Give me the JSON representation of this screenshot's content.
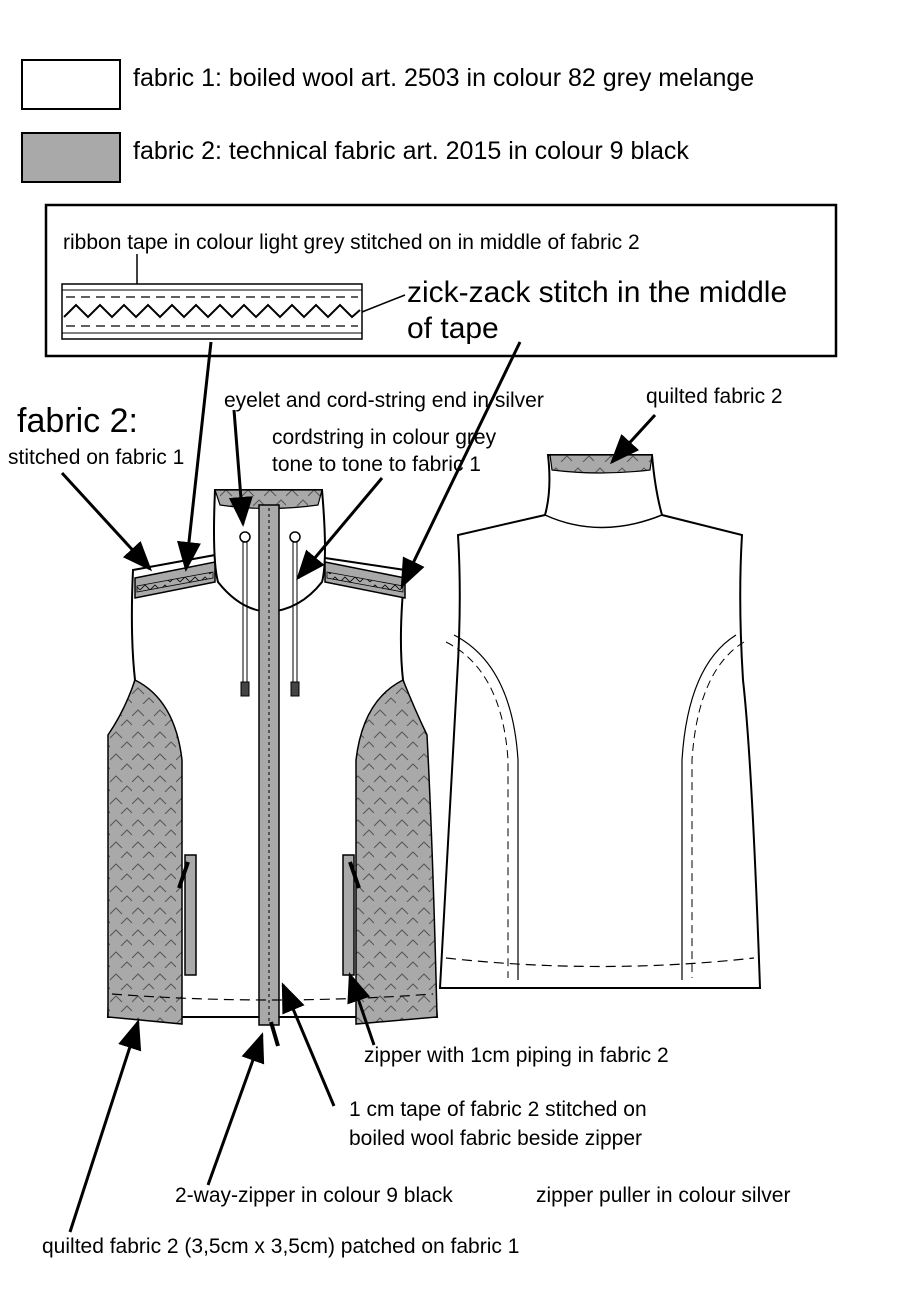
{
  "legend": [
    {
      "swatch": "white",
      "text": "fabric 1: boiled wool art. 2503 in colour 82 grey melange"
    },
    {
      "swatch": "grey",
      "text": "fabric 2: technical fabric art. 2015 in colour 9 black"
    }
  ],
  "detail_box": {
    "ribbon_note": "ribbon tape in colour light grey stitched on in middle of fabric 2",
    "stitch_note_line1": "zick-zack stitch in the middle",
    "stitch_note_line2": "of tape"
  },
  "annotations": {
    "fabric2_title": "fabric 2:",
    "fabric2_sub": "stitched on fabric 1",
    "eyelet": "eyelet and cord-string end in silver",
    "cord_line1": "cordstring in colour grey",
    "cord_line2": "tone to tone to fabric 1",
    "quilted_back": "quilted fabric 2",
    "zipper_piping": "zipper with 1cm piping in fabric 2",
    "tape_line1": "1 cm tape of fabric 2 stitched on",
    "tape_line2": "boiled wool fabric beside zipper",
    "two_way_zipper": "2-way-zipper in colour 9 black",
    "zipper_puller": "zipper puller in colour silver",
    "quilted_patch": "quilted fabric 2 (3,5cm x 3,5cm) patched on fabric 1"
  },
  "colors": {
    "fabric1": "#ffffff",
    "fabric2": "#a9a9a9",
    "line": "#000000"
  }
}
